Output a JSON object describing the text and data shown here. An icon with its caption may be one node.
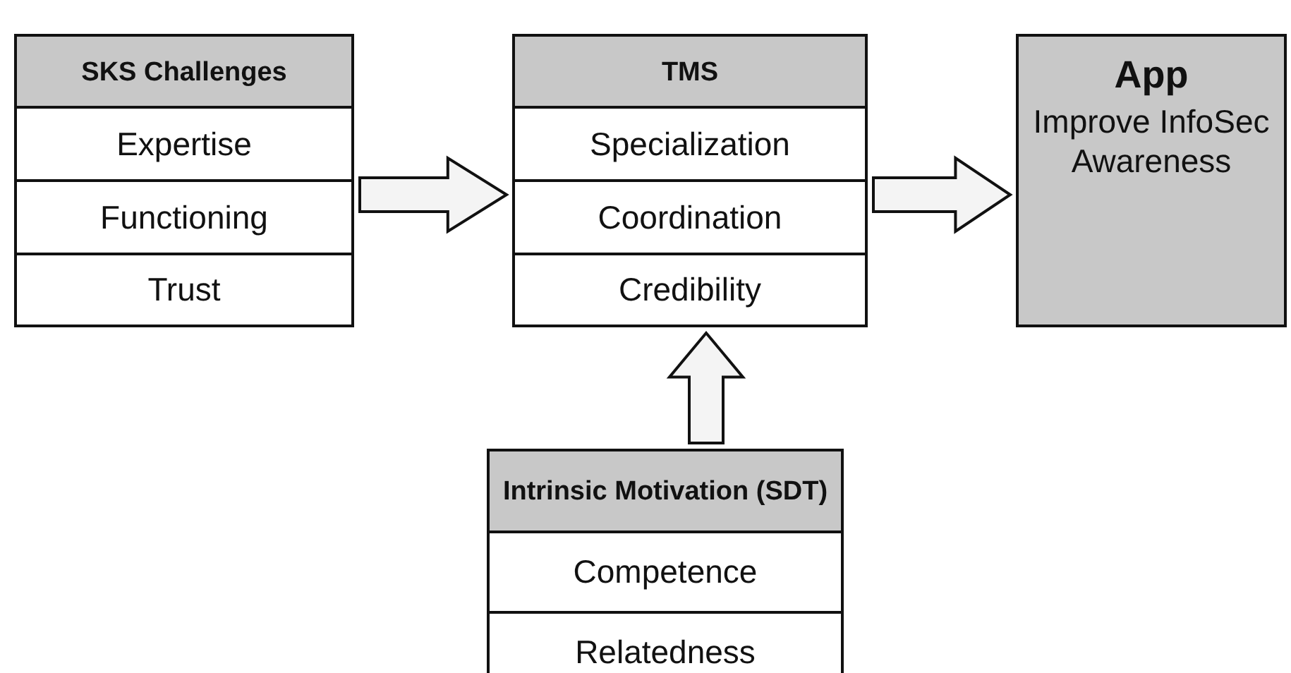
{
  "diagram": {
    "nodes": [
      {
        "text": [
          "SKS Challenges"
        ]
      },
      {
        "text": [
          "Expertise"
        ],
        "in": 0
      },
      {
        "text": [
          "Functioning"
        ],
        "in": 0
      },
      {
        "text": [
          "Trust"
        ],
        "in": 0
      },
      {
        "text": [
          "TMS"
        ]
      },
      {
        "text": [
          "Specialization"
        ],
        "in": 4
      },
      {
        "text": [
          "Coordination"
        ],
        "in": 4
      },
      {
        "text": [
          "Credibility"
        ],
        "in": 4
      },
      {
        "text": [
          "App",
          "Improve InfoSec Awareness"
        ]
      },
      {
        "text": [
          "Intrinsic Motivation (SDT)"
        ]
      },
      {
        "text": [
          "Competence"
        ],
        "in": 9
      },
      {
        "text": [
          "Relatedness"
        ],
        "in": 9
      }
    ],
    "edges": [
      {
        "from": 0,
        "to": 4,
        "arrow": "to"
      },
      {
        "from": 4,
        "to": 8,
        "arrow": "to"
      },
      {
        "from": 9,
        "to": 4,
        "arrow": "to"
      }
    ]
  }
}
